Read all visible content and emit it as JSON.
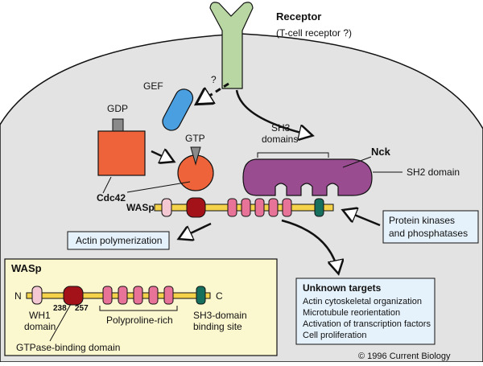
{
  "receptor": {
    "title": "Receptor",
    "subtitle": "(T-cell receptor ?)"
  },
  "gef": {
    "label": "GEF",
    "question": "?"
  },
  "gdp": {
    "label": "GDP"
  },
  "gtp": {
    "label": "GTP"
  },
  "cdc42": {
    "label": "Cdc42"
  },
  "nck": {
    "label": "Nck",
    "sh3_label_line1": "SH3",
    "sh3_label_line2": "domains",
    "sh2_label": "SH2 domain"
  },
  "wasp_main": {
    "label": "WASp"
  },
  "kinases": {
    "line1": "Protein kinases",
    "line2": "and phosphatases"
  },
  "actin": {
    "label": "Actin polymerization"
  },
  "inset": {
    "title": "WASp",
    "n_label": "N",
    "c_label": "C",
    "wh1_line1": "WH1",
    "wh1_line2": "domain",
    "num_start": "238",
    "num_end": "257",
    "polyproline": "Polyproline-rich",
    "sh3bind_line1": "SH3-domain",
    "sh3bind_line2": "binding site",
    "gtpase": "GTPase-binding domain"
  },
  "unknown": {
    "title": "Unknown targets",
    "items": [
      "Actin cytoskeletal organization",
      "Microtubule reorientation",
      "Activation of transcription factors",
      "Cell proliferation"
    ]
  },
  "copyright": "© 1996 Current Biology",
  "colors": {
    "cell": "#e3e3e3",
    "receptor": "#b9d7a2",
    "gef": "#4a9fe0",
    "cdc42": "#ee6339",
    "nck": "#9a4c91",
    "wasp_bar": "#f4d24a",
    "gbd": "#a31219",
    "polyproline": "#e87398",
    "sh3_site": "#17705e",
    "wh1": "#f4c8d3",
    "inset_bg": "#fbf7cf",
    "box_bg": "#e6f2fb"
  }
}
